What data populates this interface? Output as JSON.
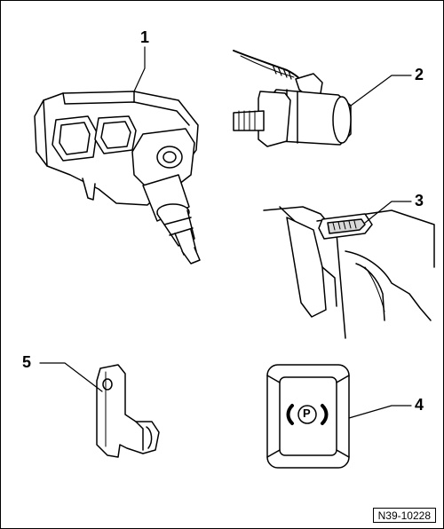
{
  "callouts": {
    "c1": "1",
    "c2": "2",
    "c3": "3",
    "c4": "4",
    "c5": "5"
  },
  "switch_symbol": "P",
  "figure_code": "N39-10228",
  "colors": {
    "line": "#000000",
    "background": "#ffffff",
    "fill_light": "#ffffff",
    "shade": "#d9d9d9"
  }
}
